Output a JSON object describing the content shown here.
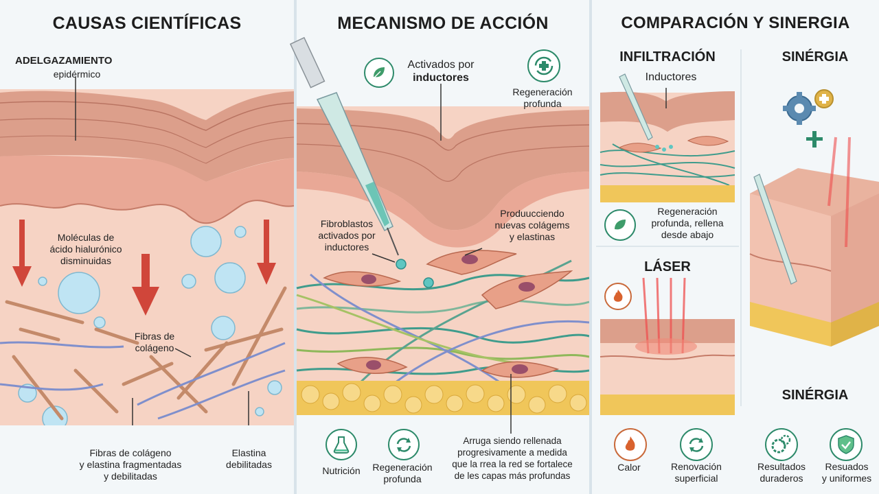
{
  "panel1": {
    "title": "CAUSAS CIENTÍFICAS",
    "label_thinning_1": "ADELGAZAMIENTO",
    "label_thinning_2": "epidérmico",
    "label_ha_1": "Moléculas de",
    "label_ha_2": "ácido hialurónico",
    "label_ha_3": "disminuidas",
    "label_collagen_1": "Fibras de",
    "label_collagen_2": "colágeno",
    "label_fragmented_1": "Fibras de colágeno",
    "label_fragmented_2": "y elastina fragmentadas",
    "label_fragmented_3": "y debilitadas",
    "label_elastin_1": "Elastina",
    "label_elastin_2": "debilitadas"
  },
  "panel2": {
    "title": "MECANISMO DE ACCIÓN",
    "label_activated_1": "Activados por",
    "label_activated_2": "inductores",
    "label_regen_1": "Regeneración",
    "label_regen_2": "profunda",
    "label_fibro_1": "Fibroblastos",
    "label_fibro_2": "activados por",
    "label_fibro_3": "inductores",
    "label_prod_1": "Produucciendo",
    "label_prod_2": "nuevas colágems",
    "label_prod_3": "y elastinas",
    "label_nutrition": "Nutrición",
    "label_regen2_1": "Regeneración",
    "label_regen2_2": "profunda",
    "label_wrinkle_1": "Arruga siendo rellenada",
    "label_wrinkle_2": "progresivamente a medida",
    "label_wrinkle_3": "que la rrea la red se fortalece",
    "label_wrinkle_4": "de les capas más profundas"
  },
  "panel3": {
    "title": "COMPARACIÓN Y SINERGIA",
    "infiltration": "INFILTRACIÓN",
    "inductors": "Inductores",
    "regen_1": "Regeneración",
    "regen_2": "profunda, rellena",
    "regen_3": "desde abajo",
    "synergy_top": "SINÉRGIA",
    "plus": "+",
    "laser": "LÁSER",
    "synergy_bottom": "SINÉRGIA",
    "heat": "Calor",
    "renewal_1": "Renovación",
    "renewal_2": "superficial",
    "results1_1": "Resultados",
    "results1_2": "duraderos",
    "results2_1": "Resuados",
    "results2_2": "y uniformes"
  },
  "colors": {
    "epidermis": "#d99a86",
    "dermis": "#f2c2b0",
    "fat": "#f0c65a",
    "arrow_red": "#d0463a",
    "fiber_green": "#3f9c8c",
    "fiber_blue": "#6b7fc4",
    "fibroblast": "#e3927f",
    "icon_green": "#2d8a6a"
  },
  "icons": [
    "leaf-icon",
    "regeneration-icon",
    "flask-icon",
    "recycle-icon",
    "flame-icon",
    "gears-icon",
    "shield-check-icon",
    "needle-icon",
    "laser-beam-icon"
  ]
}
